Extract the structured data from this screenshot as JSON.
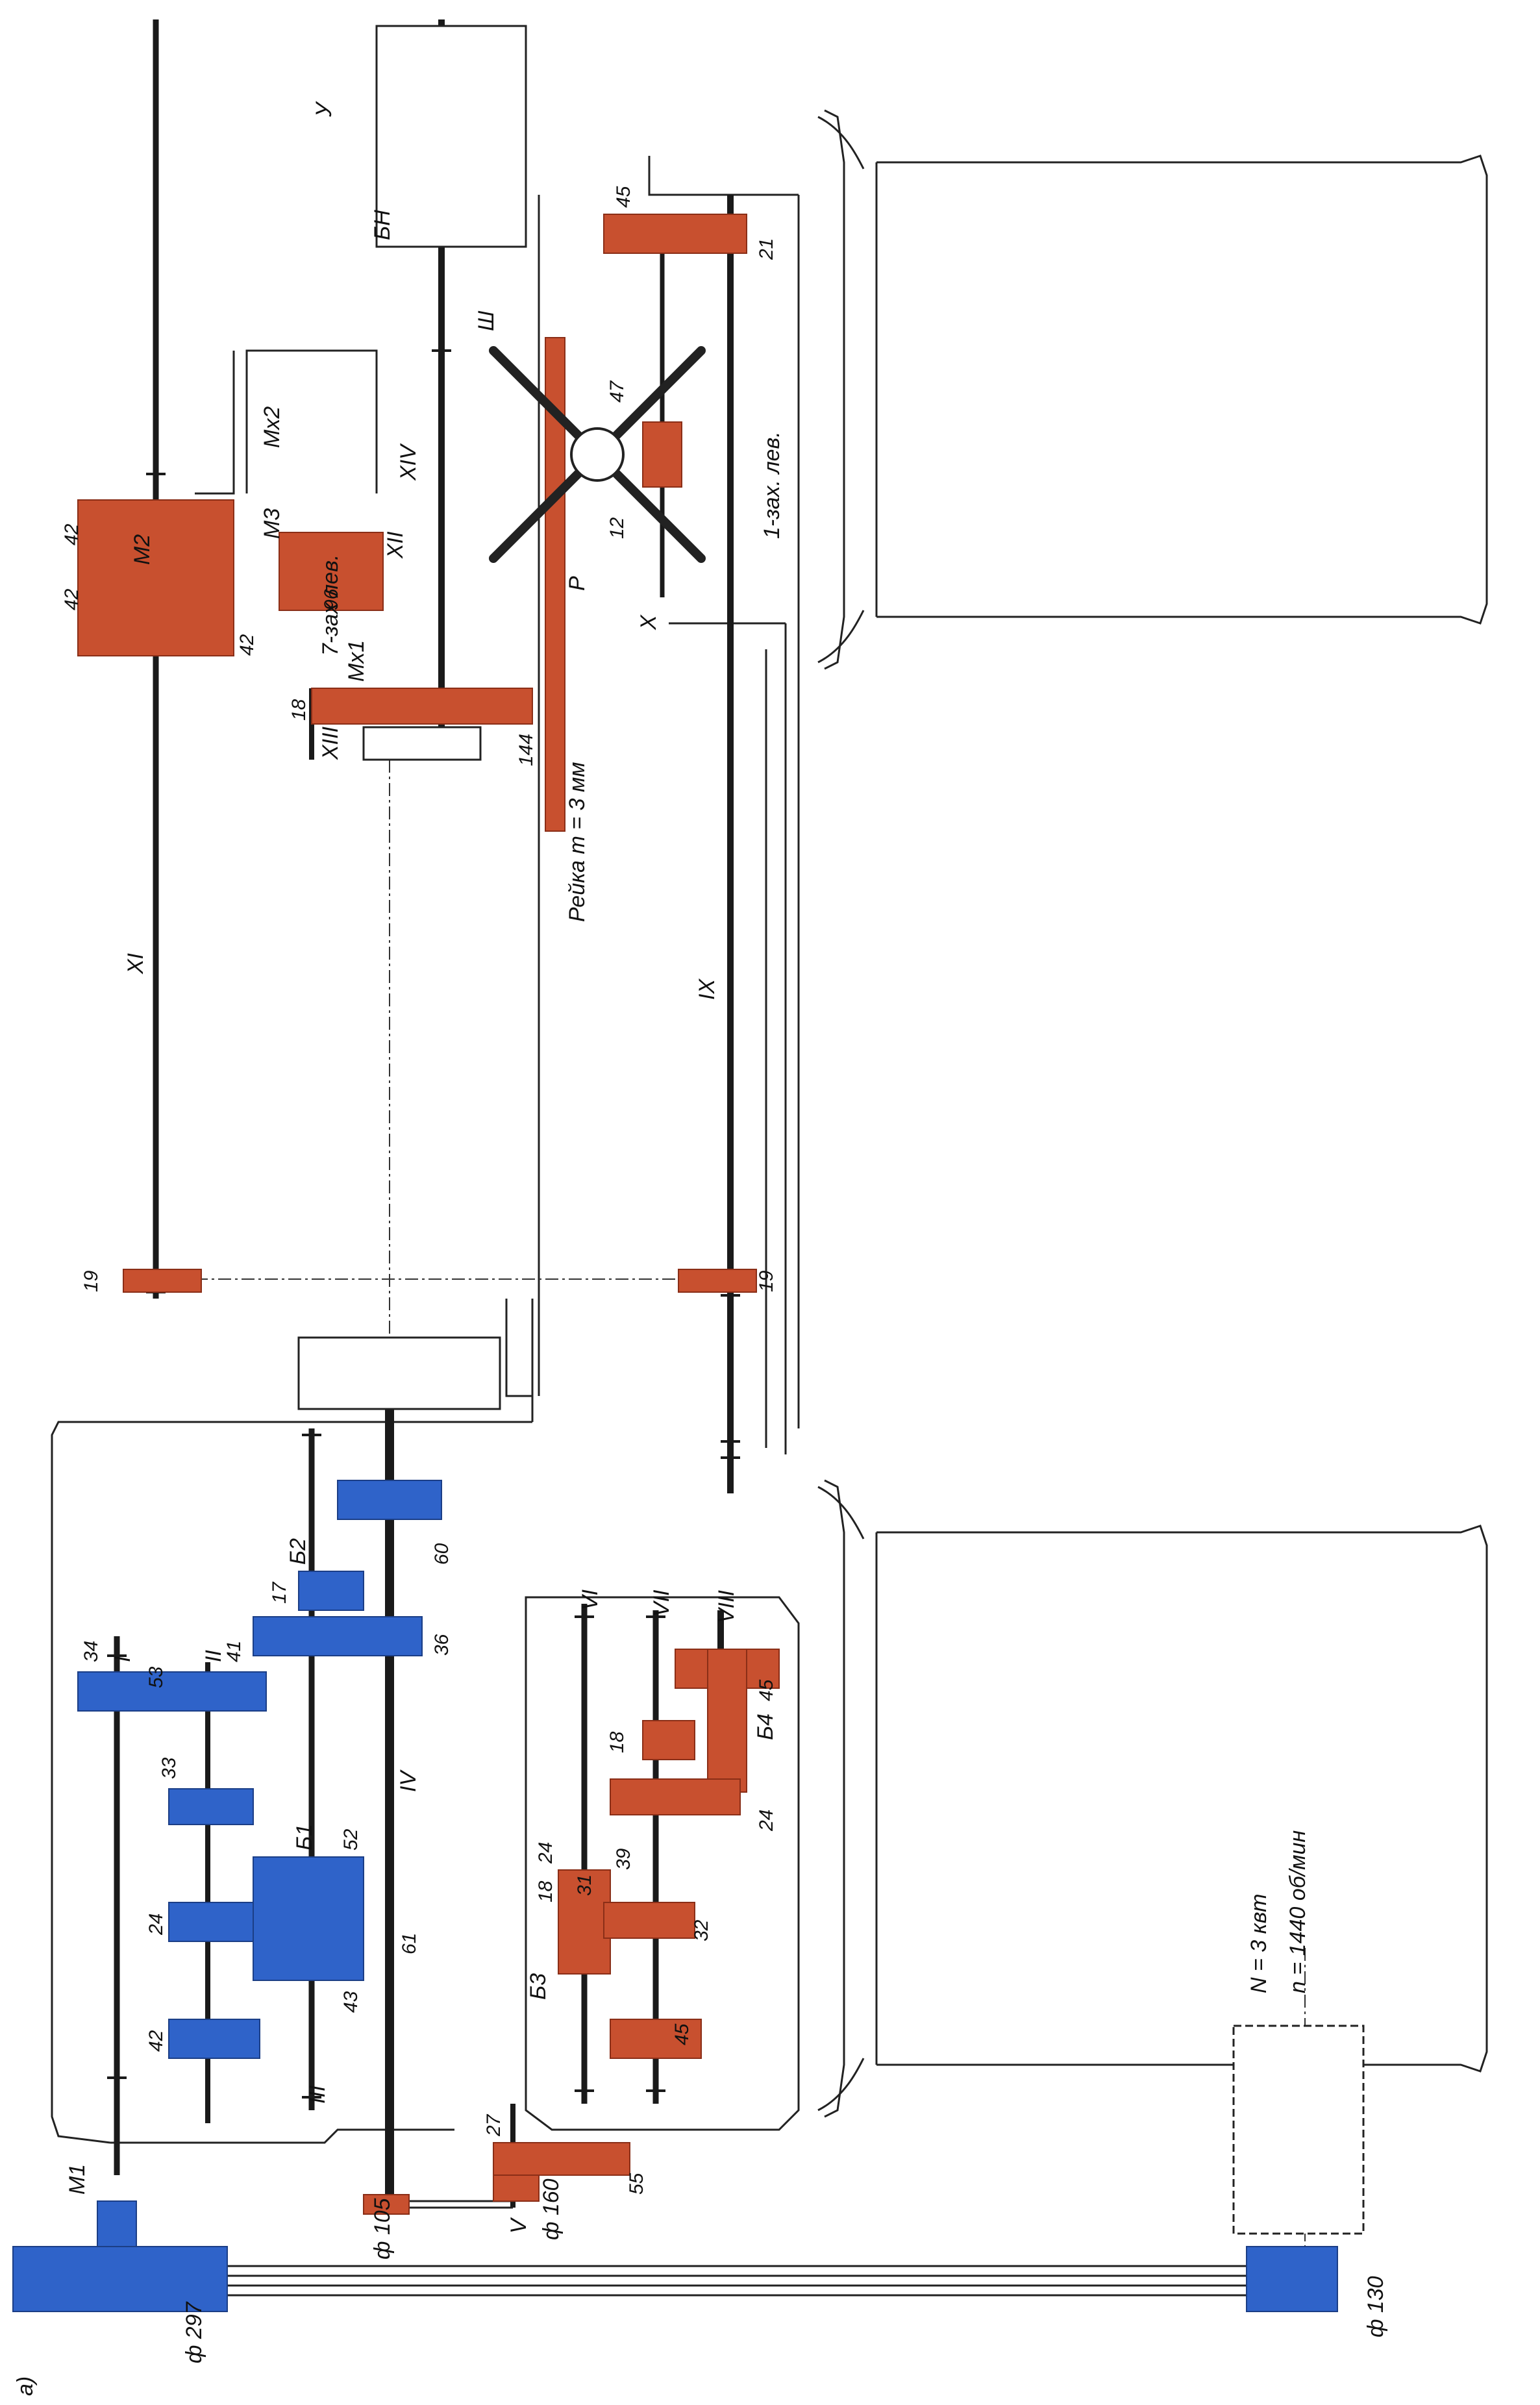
{
  "colors": {
    "blue": "#2f63c9",
    "red": "#c8502f",
    "shaft": "#1a1a1a",
    "outline": "#222222"
  },
  "labels": {
    "fig": "а)",
    "pulley_297": "ф 297",
    "pulley_130": "ф 130",
    "pulley_105": "ф 105",
    "pulley_160": "ф 160",
    "motor_power": "N = 3 квт",
    "motor_speed": "n = 1440 об/мин",
    "m1": "M1",
    "m2": "M2",
    "m3": "M3",
    "mx1": "Mx1",
    "mx2": "Mx2",
    "shaft_I": "I",
    "shaft_II": "II",
    "shaft_III": "III",
    "shaft_IV": "IV",
    "shaft_V": "V",
    "shaft_VI": "VI",
    "shaft_VII": "VII",
    "shaft_VIII": "VIII",
    "shaft_IX": "IX",
    "shaft_X": "X",
    "shaft_XI": "XI",
    "shaft_XII": "XII",
    "shaft_XIII": "XIII",
    "shaft_XIV": "XIV",
    "b1": "Б1",
    "b2": "Б2",
    "b3": "Б3",
    "b4": "Б4",
    "bn": "БН",
    "u": "У",
    "sh": "Ш",
    "p": "Р",
    "rack": "Рейка m = 3 мм",
    "worm_7": "7-зах лев.",
    "worm_1": "1-зах. лев.",
    "g34": "34",
    "g53": "53",
    "g41": "41",
    "g33": "33",
    "g24": "24",
    "g42": "42",
    "g52": "52",
    "g43": "43",
    "g61": "61",
    "g17": "17",
    "g36": "36",
    "g60": "60",
    "g27": "27",
    "g55": "55",
    "g18a": "18",
    "g31": "31",
    "g24b": "24",
    "g32": "32",
    "g45a": "45",
    "g39": "39",
    "g24c": "24",
    "g18b": "18",
    "g45b": "45",
    "g19a": "19",
    "g19b": "19",
    "g18c": "18",
    "g144": "144",
    "g96": "96",
    "g42a": "42",
    "g42b": "42",
    "g42c": "42",
    "g47": "47",
    "g12": "12",
    "g45c": "45",
    "g21": "21"
  }
}
